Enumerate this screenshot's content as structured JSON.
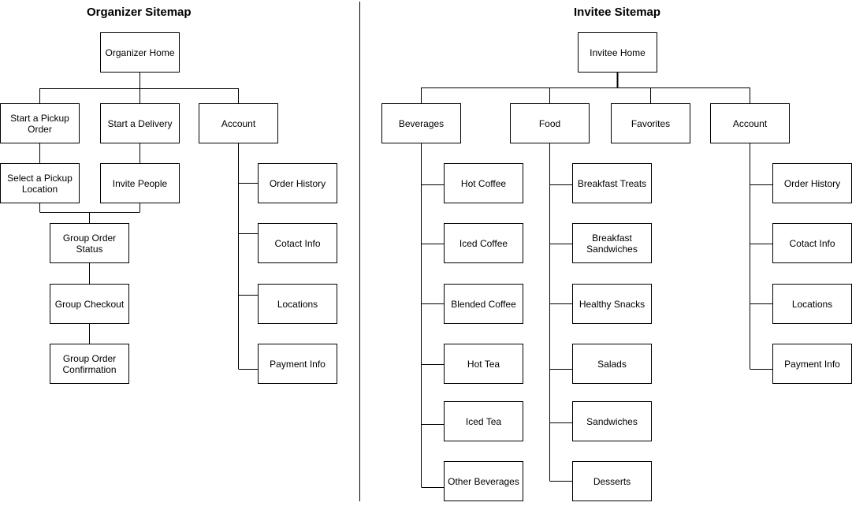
{
  "organizer": {
    "title": "Organizer Sitemap",
    "home": "Organizer Home",
    "start_pickup": "Start a Pickup Order",
    "start_delivery": "Start a Delivery",
    "account": "Account",
    "select_pickup": "Select a Pickup Location",
    "invite_people": "Invite People",
    "group_status": "Group Order Status",
    "group_checkout": "Group Checkout",
    "group_confirmation": "Group Order Confirmation",
    "account_items": [
      "Order History",
      "Cotact Info",
      "Locations",
      "Payment Info"
    ]
  },
  "invitee": {
    "title": "Invitee Sitemap",
    "home": "Invitee Home",
    "beverages": "Beverages",
    "food": "Food",
    "favorites": "Favorites",
    "account": "Account",
    "beverage_items": [
      "Hot Coffee",
      "Iced Coffee",
      "Blended Coffee",
      "Hot Tea",
      "Iced Tea",
      "Other Beverages"
    ],
    "food_items": [
      "Breakfast Treats",
      "Breakfast Sandwiches",
      "Healthy Snacks",
      "Salads",
      "Sandwiches",
      "Desserts"
    ],
    "account_items": [
      "Order History",
      "Cotact Info",
      "Locations",
      "Payment Info"
    ]
  }
}
